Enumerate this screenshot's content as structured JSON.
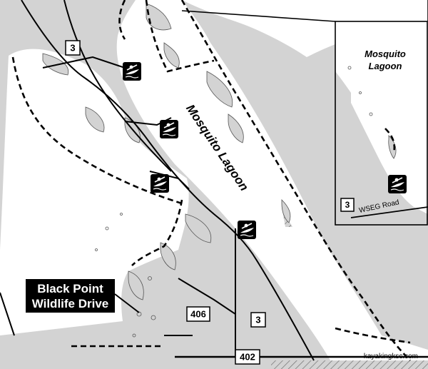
{
  "map": {
    "water_labels": {
      "main": "Mosquito Lagoon",
      "inset_line1": "Mosquito",
      "inset_line2": "Lagoon"
    },
    "road_labels": {
      "wseg": "WSEG Road"
    },
    "route_shields": {
      "route_3_north": "3",
      "route_3_south": "3",
      "route_3_inset": "3",
      "route_406": "406",
      "route_402": "402"
    },
    "callout": {
      "line1": "Black Point",
      "line2": "Wildlife Drive"
    },
    "kayak_launch_icon": "kayak-icon",
    "kayak_launch_count": 5,
    "watermark": "kayakingksc.com",
    "colors": {
      "land": "#d3d3d3",
      "water": "#ffffff",
      "roads": "#000000",
      "boundary": "#000000",
      "callout_bg": "#000000",
      "callout_text": "#ffffff"
    }
  }
}
